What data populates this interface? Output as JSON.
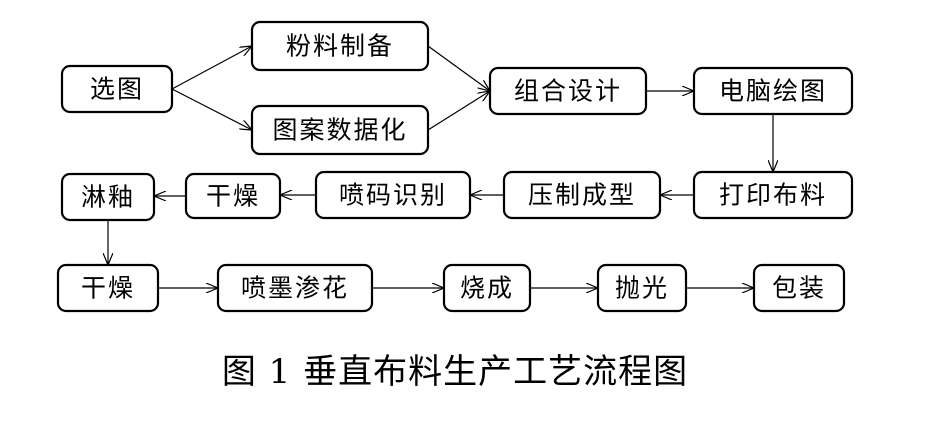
{
  "diagram": {
    "nodes": {
      "select": "选图",
      "powder": "粉料制备",
      "pattern": "图案数据化",
      "combine": "组合设计",
      "computer_draw": "电脑绘图",
      "print_fabric": "打印布料",
      "press": "压制成型",
      "code_recognition": "喷码识别",
      "dry_1": "干燥",
      "glaze": "淋釉",
      "dry_2": "干燥",
      "inkjet": "喷墨渗花",
      "fire": "烧成",
      "polish": "抛光",
      "pack": "包装"
    }
  },
  "caption": "图 1 垂直布料生产工艺流程图"
}
